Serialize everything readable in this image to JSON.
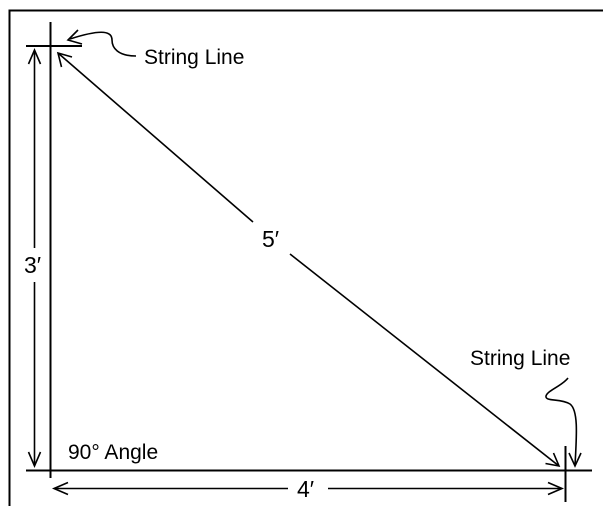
{
  "diagram": {
    "labels": {
      "top_string_line": "String Line",
      "bottom_string_line": "String Line",
      "hypotenuse": "5′",
      "vertical_side": "3′",
      "horizontal_side": "4′",
      "right_angle": "90° Angle"
    },
    "colors": {
      "ink": "#000000",
      "background": "#ffffff"
    }
  }
}
